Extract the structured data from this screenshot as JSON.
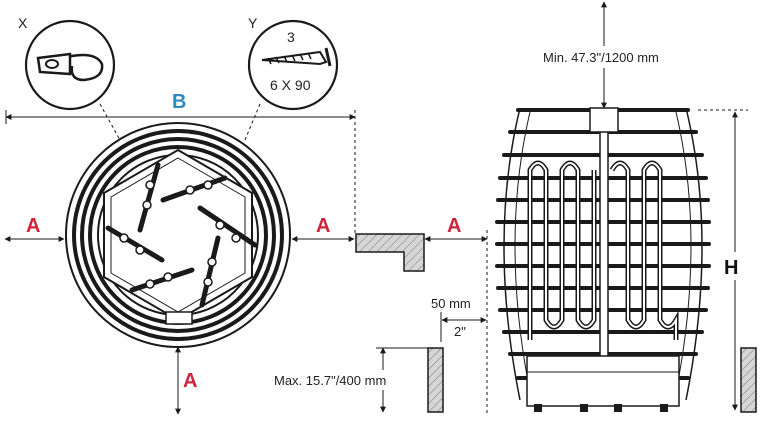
{
  "callouts": {
    "x_label": "X",
    "y_label": "Y",
    "y_count": "3",
    "y_size": "6 X 90"
  },
  "dimensions": {
    "a_label": "A",
    "b_label": "B",
    "h_label": "H",
    "min_height": "Min. 47.3\"/1200 mm",
    "gap_mm": "50 mm",
    "gap_in": "2\"",
    "max_height": "Max. 15.7\"/400 mm"
  },
  "colors": {
    "a_color": "#d0243a",
    "b_color": "#2f8bbf",
    "line": "#1a1a1a",
    "hatch_fill": "#cfcfcf"
  }
}
